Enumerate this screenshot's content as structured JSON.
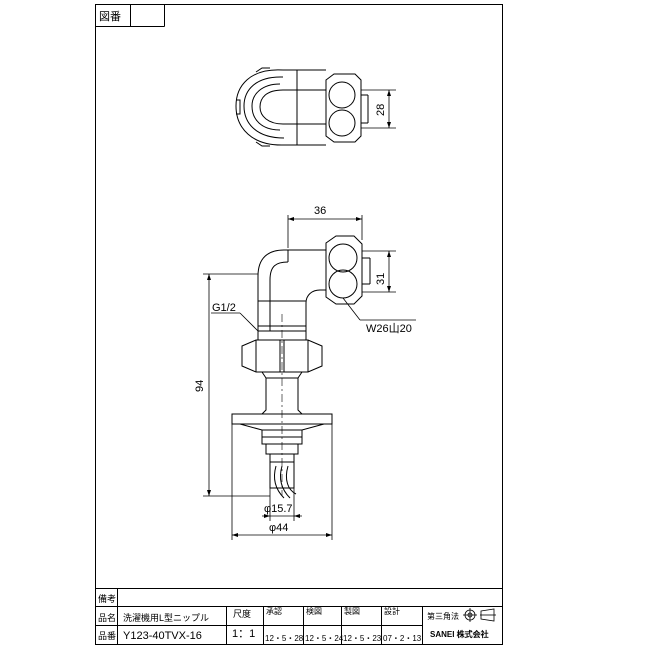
{
  "header": {
    "drawing_number_label": "図番",
    "drawing_number_value": ""
  },
  "dimensions": {
    "top_width": "28",
    "width_36": "36",
    "height_31": "31",
    "thread_g": "G1/2",
    "thread_w": "W26山20",
    "height_94": "94",
    "dia_157": "φ15.7",
    "dia_44": "φ44"
  },
  "title_block": {
    "remarks_label": "備考",
    "remarks_value": "",
    "name_label": "品名",
    "name_value": "洗濯機用L型ニップル",
    "number_label": "品番",
    "number_value": "Y123-40TVX-16",
    "scale_label": "尺度",
    "scale_value": "1：1",
    "approved_label": "承認",
    "approved_date": "12・5・28",
    "checked_label": "検図",
    "checked_date": "12・5・24",
    "drawn_label": "製図",
    "drawn_date": "12・5・23",
    "design_label": "設計",
    "design_date": "07・2・13",
    "projection_label": "第三角法",
    "company_name": "SANEI 株式会社"
  }
}
